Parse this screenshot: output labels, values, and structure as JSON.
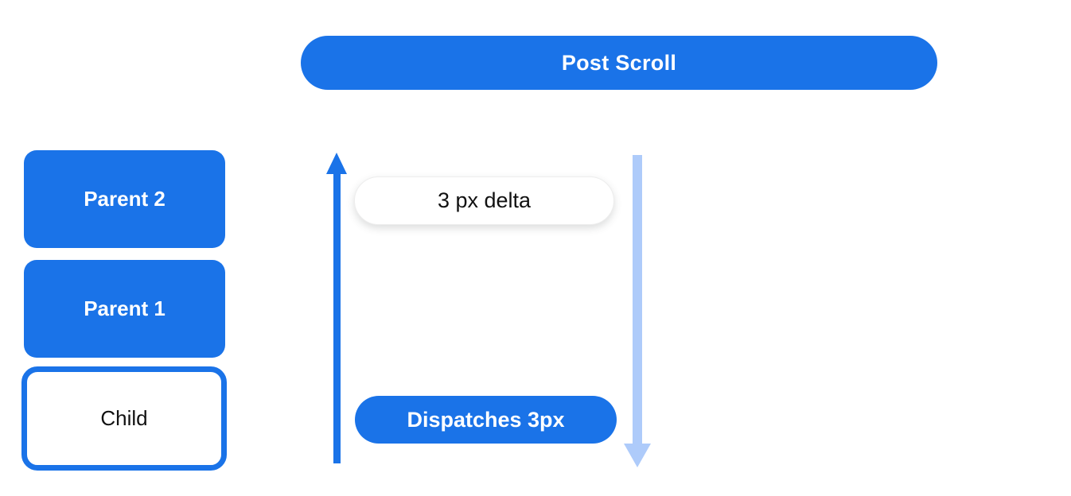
{
  "diagram": {
    "title_pill": {
      "label": "Post Scroll"
    },
    "nodes": [
      {
        "id": "parent-2",
        "label": "Parent 2",
        "variant": "filled"
      },
      {
        "id": "parent-1",
        "label": "Parent 1",
        "variant": "filled"
      },
      {
        "id": "child",
        "label": "Child",
        "variant": "outlined"
      }
    ],
    "annotations": {
      "delta_label": "3 px delta",
      "dispatch_label": "Dispatches 3px"
    },
    "arrows": [
      {
        "id": "notification-up-arrow",
        "direction": "up",
        "color": "#1A73E8"
      },
      {
        "id": "scroll-down-arrow",
        "direction": "down",
        "color": "#AECBFA"
      }
    ],
    "colors": {
      "primary_blue": "#1A73E8",
      "light_blue": "#AECBFA",
      "background": "#FFFFFF",
      "text_dark": "#111111",
      "text_light": "#FFFFFF"
    }
  }
}
